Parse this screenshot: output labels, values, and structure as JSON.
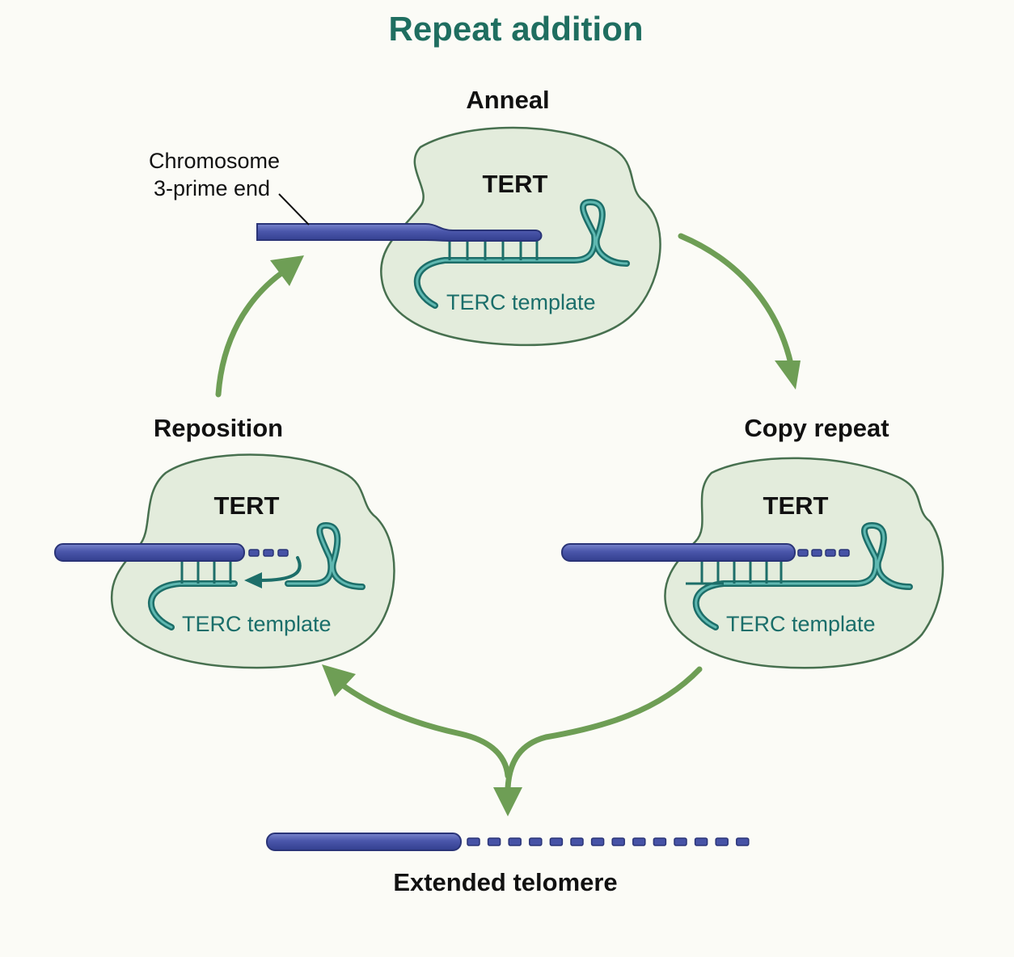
{
  "title": "Repeat addition",
  "stages": {
    "anneal": {
      "label": "Anneal",
      "enzyme": "TERT",
      "template": "TERC template"
    },
    "copy": {
      "label": "Copy repeat",
      "enzyme": "TERT",
      "template": "TERC template"
    },
    "reposition": {
      "label": "Reposition",
      "enzyme": "TERT",
      "template": "TERC template"
    }
  },
  "callout": {
    "line1": "Chromosome",
    "line2": "3-prime end"
  },
  "product": {
    "label": "Extended telomere"
  },
  "colors": {
    "title": "#1f6e60",
    "enzyme_fill": "#e3ecdc",
    "enzyme_outline": "#47704f",
    "dna": "#4652a6",
    "rna": "#1d6e69",
    "cycle_arrow": "#6e9e55"
  }
}
